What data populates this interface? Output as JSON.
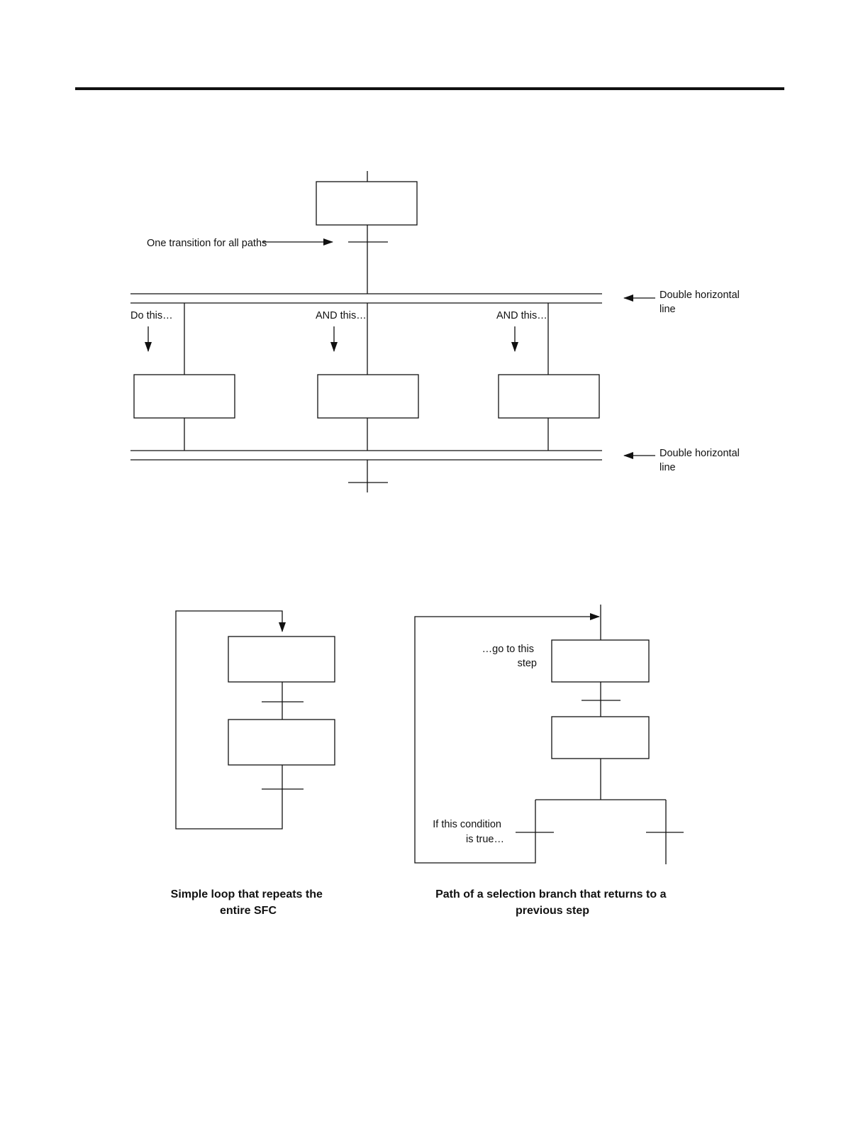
{
  "parallel_branch": {
    "transition_label": "One transition for all paths",
    "double_line_label_top": [
      "Double horizontal",
      "line"
    ],
    "branch_labels": [
      "Do this…",
      "AND this…",
      "AND this…"
    ],
    "double_line_label_bottom": [
      "Double horizontal",
      "line"
    ]
  },
  "loop_diagram": {
    "caption": [
      "Simple loop that repeats the",
      "entire SFC"
    ]
  },
  "selection_return_diagram": {
    "goto_label": [
      "…go to this",
      "step"
    ],
    "condition_label": [
      "If this condition",
      "is true…"
    ],
    "caption": [
      "Path of a selection branch that returns to a",
      "previous step"
    ]
  }
}
